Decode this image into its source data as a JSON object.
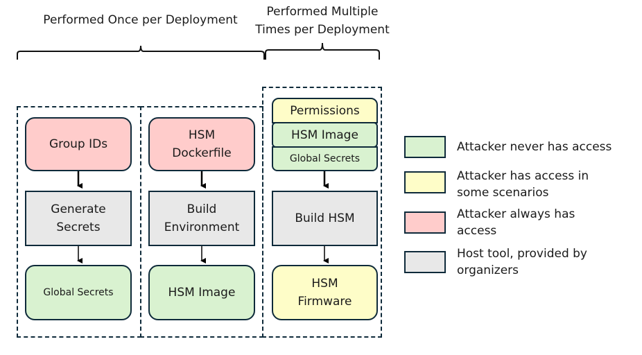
{
  "headers": {
    "once": "Performed Once per Deployment",
    "multiple_line1": "Performed Multiple",
    "multiple_line2": "Times per Deployment"
  },
  "columns": [
    {
      "name": "generate-secrets-column",
      "input": {
        "label": "Group IDs",
        "access": "always"
      },
      "tool": {
        "line1": "Generate",
        "line2": "Secrets",
        "access": "host"
      },
      "output": {
        "label": "Global Secrets",
        "access": "never"
      }
    },
    {
      "name": "build-environment-column",
      "input": {
        "line1": "HSM",
        "line2": "Dockerfile",
        "access": "always"
      },
      "tool": {
        "line1": "Build",
        "line2": "Environment",
        "access": "host"
      },
      "output": {
        "label": "HSM Image",
        "access": "never"
      }
    },
    {
      "name": "build-hsm-column",
      "inputs": [
        {
          "label": "Permissions",
          "access": "some"
        },
        {
          "label": "HSM Image",
          "access": "never"
        },
        {
          "label": "Global Secrets",
          "access": "never"
        }
      ],
      "tool": {
        "label": "Build HSM",
        "access": "host"
      },
      "output": {
        "line1": "HSM",
        "line2": "Firmware",
        "access": "some"
      }
    }
  ],
  "legend": [
    {
      "key": "never",
      "color": "#d9f2d0",
      "line1": "Attacker never has access",
      "line2": ""
    },
    {
      "key": "some",
      "color": "#fefdc8",
      "line1": "Attacker has access in",
      "line2": "some scenarios"
    },
    {
      "key": "always",
      "color": "#ffcccb",
      "line1": "Attacker always has",
      "line2": "access"
    },
    {
      "key": "host",
      "color": "#e8e8e8",
      "line1": "Host tool, provided by",
      "line2": "organizers"
    }
  ],
  "colors": {
    "border": "#0e2a3a",
    "never": "#d9f2d0",
    "some": "#fefdc8",
    "always": "#ffcccb",
    "host": "#e8e8e8"
  }
}
